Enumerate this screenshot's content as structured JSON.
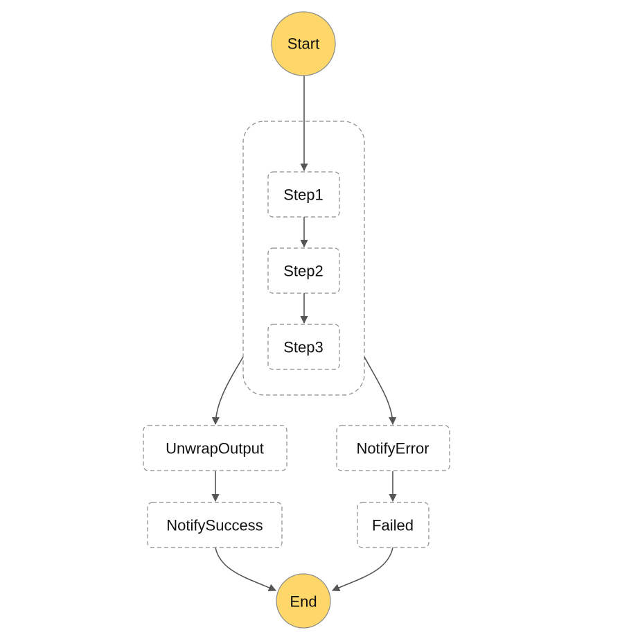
{
  "colors": {
    "terminal_fill": "#fdd76a",
    "edge": "#555555",
    "border": "#8a8a8a",
    "text": "#111111"
  },
  "nodes": {
    "start": "Start",
    "step1": "Step1",
    "step2": "Step2",
    "step3": "Step3",
    "unwrap_output": "UnwrapOutput",
    "notify_error": "NotifyError",
    "notify_success": "NotifySuccess",
    "failed": "Failed",
    "end": "End"
  }
}
